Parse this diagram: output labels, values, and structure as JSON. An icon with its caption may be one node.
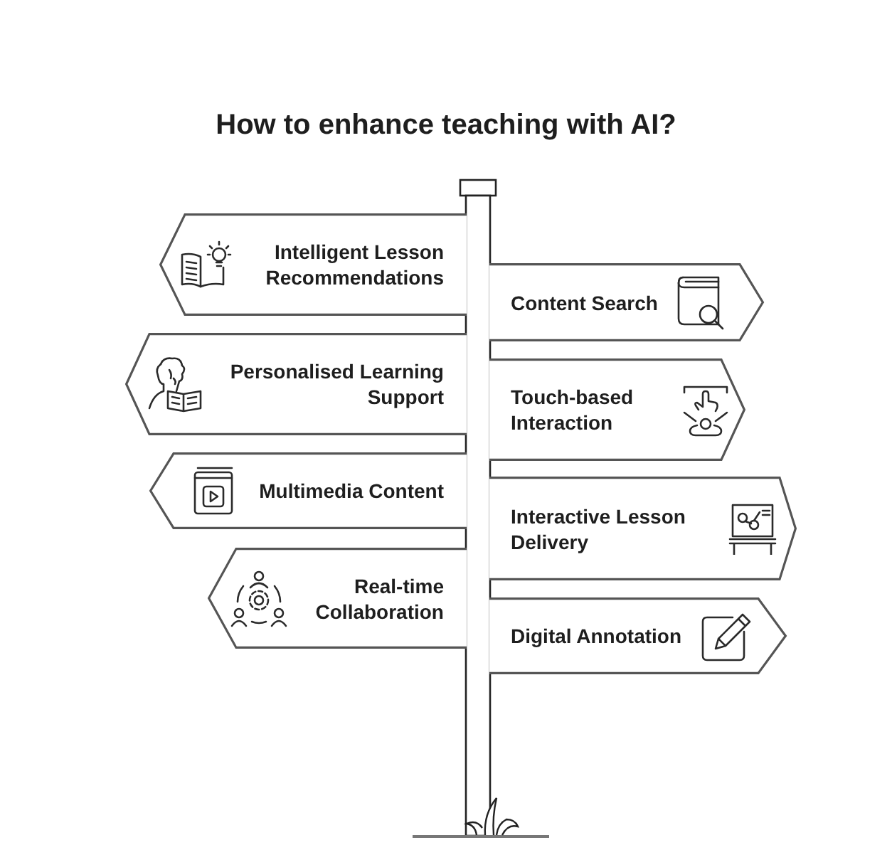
{
  "diagram": {
    "title": "How to enhance teaching with AI?",
    "nodes": [
      {
        "text": [
          "Intelligent Lesson Recommendations"
        ]
      },
      {
        "text": [
          "Content Search"
        ]
      },
      {
        "text": [
          "Personalised Learning Support"
        ]
      },
      {
        "text": [
          "Touch-based Interaction"
        ]
      },
      {
        "text": [
          "Multimedia Content"
        ]
      },
      {
        "text": [
          "Interactive Lesson Delivery"
        ]
      },
      {
        "text": [
          "Real-time Collaboration"
        ]
      },
      {
        "text": [
          "Digital Annotation"
        ]
      }
    ]
  }
}
